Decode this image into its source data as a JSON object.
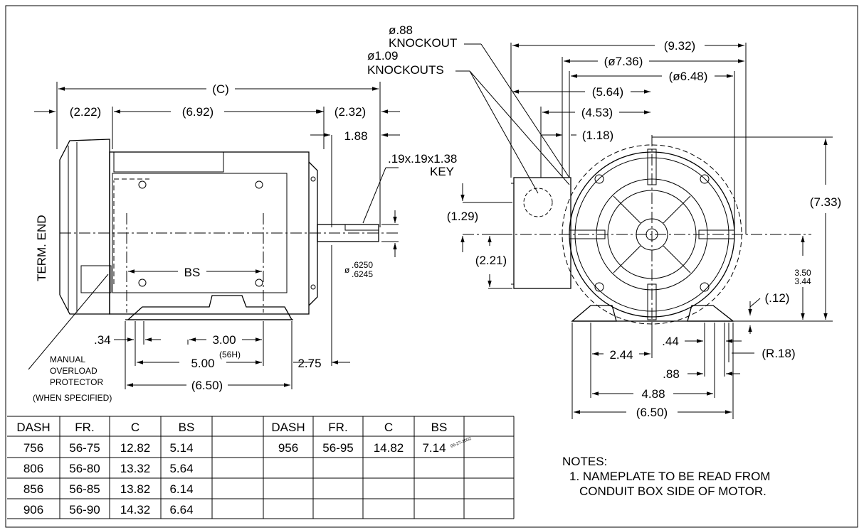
{
  "dimensions": {
    "c": "(C)",
    "d222": "(2.22)",
    "d692": "(6.92)",
    "d232": "(2.32)",
    "d188": "1.88",
    "key": ".19x.19x1.38",
    "key_word": "KEY",
    "term_end": "TERM. END",
    "bs": "BS",
    "shaft_dia_1": ".6250",
    "shaft_dia_2": ".6245",
    "shaft_dia_prefix": "ø",
    "d034": ".34",
    "d300": "3.00",
    "d500": "5.00",
    "h56": "(56H)",
    "d275": "2.75",
    "d650_side": "(6.50)",
    "manual_1": "MANUAL",
    "manual_2": "OVERLOAD",
    "manual_3": "PROTECTOR",
    "manual_4": "(WHEN SPECIFIED)",
    "ko88_1": "ø.88",
    "ko88_2": "KNOCKOUT",
    "ko109_1": "ø1.09",
    "ko109_2": "KNOCKOUTS",
    "d932": "(9.32)",
    "d736": "(ø7.36)",
    "d648": "(ø6.48)",
    "d564": "(5.64)",
    "d453": "(4.53)",
    "d118": "(1.18)",
    "d733": "(7.33)",
    "d129": "(1.29)",
    "d221": "(2.21)",
    "d350": "3.50",
    "d344": "3.44",
    "d012": "(.12)",
    "d244": "2.44",
    "d044": ".44",
    "r18": "(R.18)",
    "d088": ".88",
    "d488": "4.88",
    "d650_end": "(6.50)"
  },
  "table": {
    "headers": [
      "DASH",
      "FR.",
      "C",
      "BS"
    ],
    "left_rows": [
      [
        "756",
        "56-75",
        "12.82",
        "5.14"
      ],
      [
        "806",
        "56-80",
        "13.32",
        "5.64"
      ],
      [
        "856",
        "56-85",
        "13.82",
        "6.14"
      ],
      [
        "906",
        "56-90",
        "14.32",
        "6.64"
      ]
    ],
    "right_rows": [
      [
        "956",
        "56-95",
        "14.82",
        "7.14"
      ]
    ],
    "stamp": "06-27-2002"
  },
  "notes": {
    "title": "NOTES:",
    "line1": "1. NAMEPLATE TO BE READ FROM",
    "line2": "CONDUIT BOX SIDE OF MOTOR."
  }
}
